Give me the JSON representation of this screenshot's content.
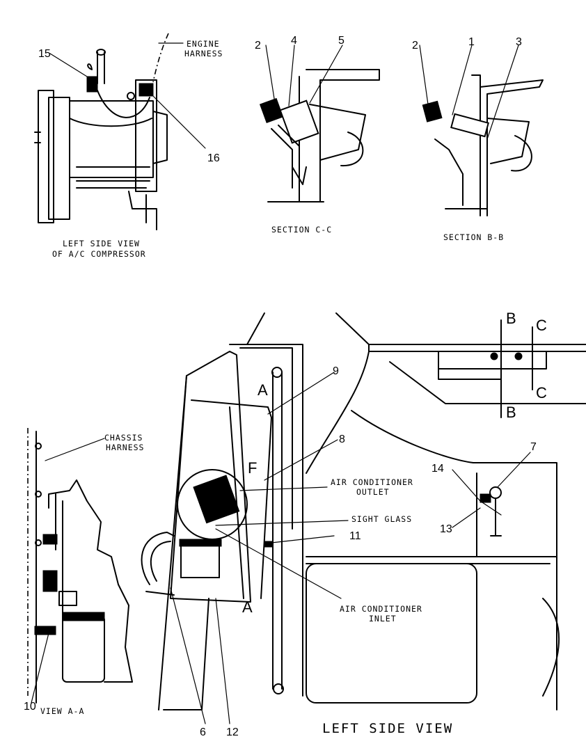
{
  "labels": {
    "engine_harness_1": "ENGINE",
    "engine_harness_2": "HARNESS",
    "compressor_view_1": "LEFT SIDE VIEW",
    "compressor_view_2": "OF A/C COMPRESSOR",
    "section_cc": "SECTION C-C",
    "section_bb": "SECTION B-B",
    "chassis_harness_1": "CHASSIS",
    "chassis_harness_2": "HARNESS",
    "view_aa": "VIEW A-A",
    "ac_outlet_1": "AIR CONDITIONER",
    "ac_outlet_2": "OUTLET",
    "sight_glass": "SIGHT GLASS",
    "ac_inlet_1": "AIR CONDITIONER",
    "ac_inlet_2": "INLET",
    "main_view": "LEFT SIDE VIEW"
  },
  "section_markers": {
    "a": "A",
    "b": "B",
    "c": "C",
    "f": "F"
  },
  "callouts": {
    "c1": "1",
    "c2a": "2",
    "c2b": "2",
    "c3": "3",
    "c4": "4",
    "c5": "5",
    "c6": "6",
    "c7": "7",
    "c8": "8",
    "c9": "9",
    "c10": "10",
    "c11": "11",
    "c12": "12",
    "c13": "13",
    "c14": "14",
    "c15": "15",
    "c16": "16"
  }
}
